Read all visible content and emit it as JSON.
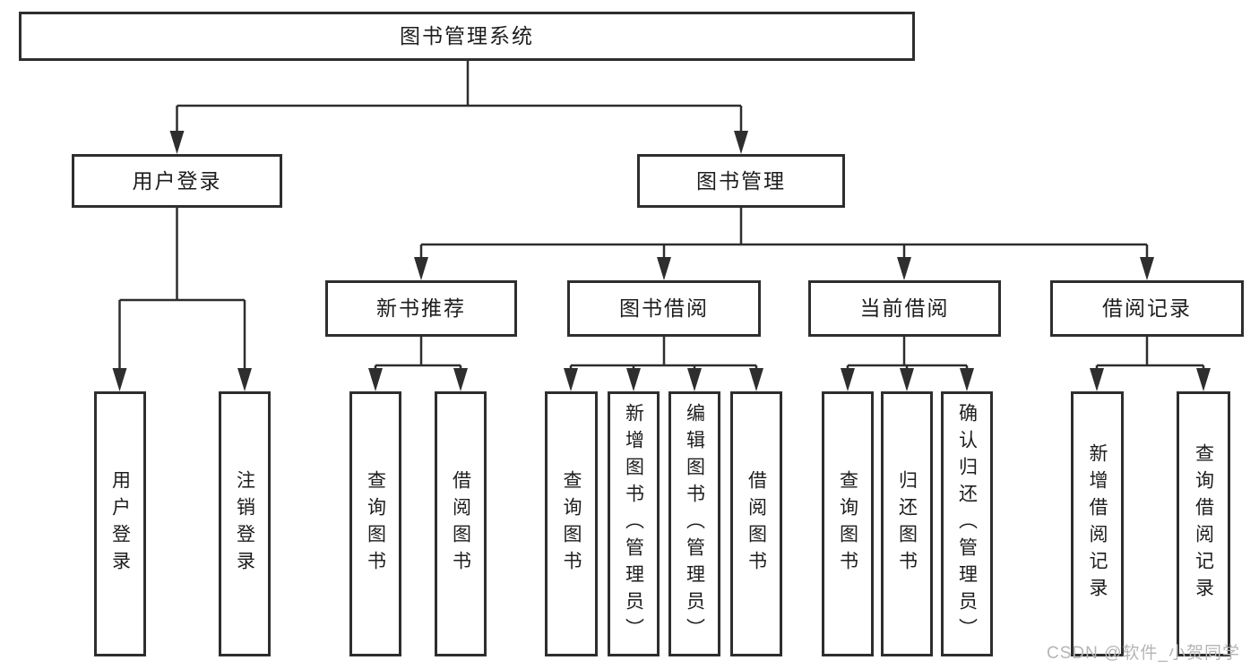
{
  "tree": {
    "root": "图书管理系统",
    "user_login": {
      "label": "用户登录",
      "children": [
        "用户登录",
        "注销登录"
      ]
    },
    "book_management": {
      "label": "图书管理",
      "children": [
        {
          "label": "新书推荐",
          "children": [
            "查询图书",
            "借阅图书"
          ]
        },
        {
          "label": "图书借阅",
          "children": [
            "查询图书",
            "新增图书（管理员）",
            "编辑图书（管理员）",
            "借阅图书"
          ]
        },
        {
          "label": "当前借阅",
          "children": [
            "查询图书",
            "归还图书",
            "确认归还（管理员）"
          ]
        },
        {
          "label": "借阅记录",
          "children": [
            "新增借阅记录",
            "查询借阅记录"
          ]
        }
      ]
    }
  },
  "watermark": "CSDN @软件_小贺同学",
  "colors": {
    "line": "#2e2e2e",
    "box_border": "#2e2e2e",
    "text": "#1d1d1d",
    "watermark": "#b5b5b5",
    "background": "#ffffff"
  }
}
